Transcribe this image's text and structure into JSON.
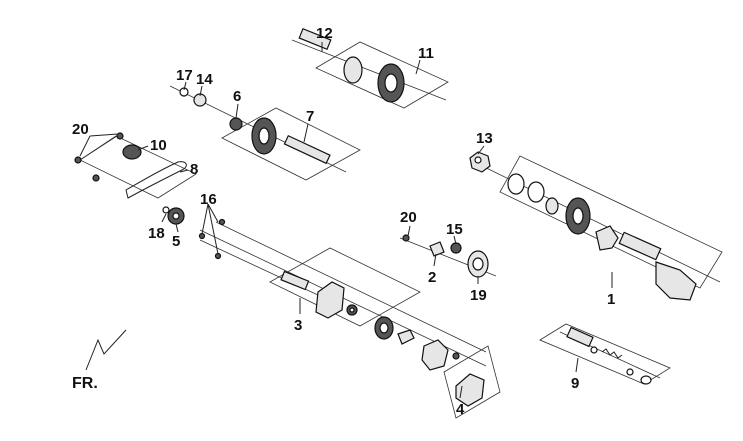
{
  "callouts": {
    "c1": "1",
    "c2": "2",
    "c3": "3",
    "c4": "4",
    "c5": "5",
    "c6": "6",
    "c7": "7",
    "c8": "8",
    "c9": "9",
    "c10": "10",
    "c11": "11",
    "c12": "12",
    "c13": "13",
    "c14": "14",
    "c15": "15",
    "c16": "16",
    "c17": "17",
    "c18": "18",
    "c19": "19",
    "c20a": "20",
    "c20b": "20"
  },
  "direction": {
    "label": "FR."
  }
}
